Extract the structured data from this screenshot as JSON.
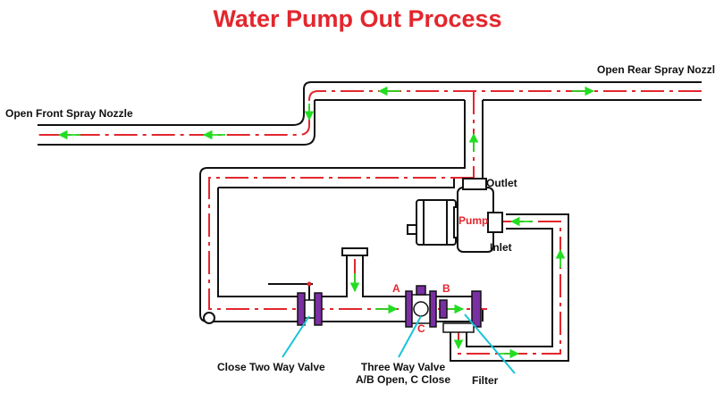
{
  "title": "Water Pump Out Process",
  "labels": {
    "rear_nozzle": "Open Rear Spray Nozzle",
    "front_nozzle": "Open Front Spray Nozzle",
    "outlet": "Outlet",
    "inlet": "Inlet",
    "pump": "Pump",
    "port_a": "A",
    "port_b": "B",
    "port_c": "C",
    "two_way_valve": "Close Two Way Valve",
    "three_way_valve_line1": "Three Way Valve",
    "three_way_valve_line2": "A/B Open, C Close",
    "filter": "Filter"
  },
  "colors": {
    "title": "#e3262d",
    "flow_line": "#e3262d",
    "flow_arrow": "#22dd22",
    "pipe": "#111111",
    "valve": "#7a2fa3",
    "leader": "#19c3d8"
  }
}
